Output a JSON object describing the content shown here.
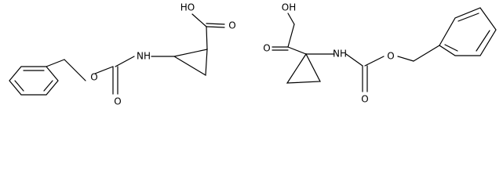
{
  "structures": [
    {
      "id": "structure-left",
      "labels": {
        "oh": "HO",
        "carbonyl_o": "O",
        "amine": "NH",
        "ester_o": "O",
        "carbamate_o": "O"
      }
    },
    {
      "id": "structure-right",
      "labels": {
        "oh": "OH",
        "carbonyl_o": "O",
        "amine": "NH",
        "ester_o": "O",
        "carbamate_o": "O"
      }
    }
  ]
}
